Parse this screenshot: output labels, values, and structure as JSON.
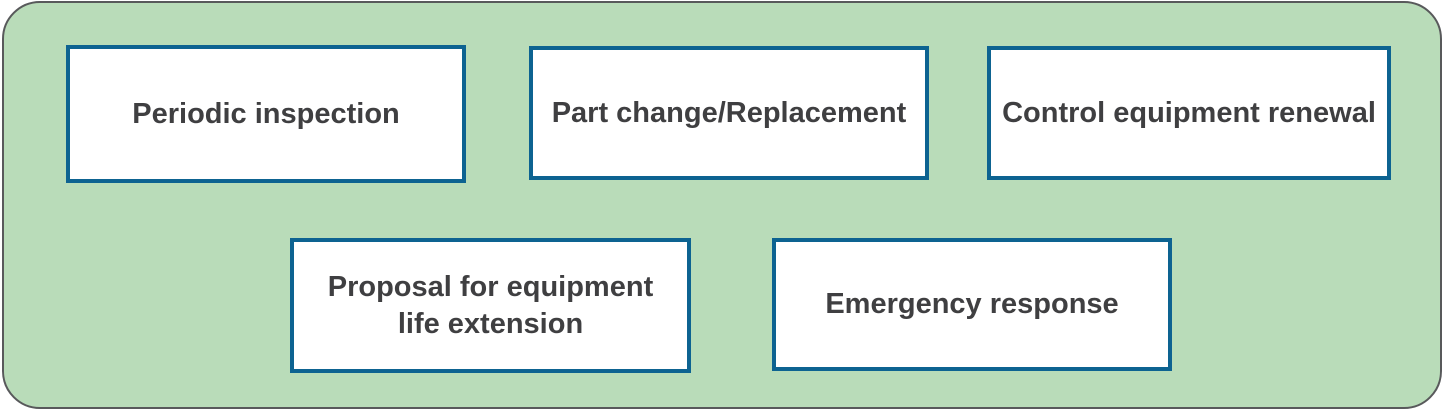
{
  "panel": {
    "background_color": "#b9dcb9",
    "border_color": "#58595b",
    "box_border_color": "#0d6391",
    "box_background_color": "#ffffff",
    "text_color": "#3f3f41"
  },
  "boxes": [
    {
      "label": "Periodic inspection"
    },
    {
      "label": "Part change/Replacement"
    },
    {
      "label": "Control equipment renewal"
    },
    {
      "label": "Proposal for equipment\nlife extension"
    },
    {
      "label": "Emergency response"
    }
  ]
}
